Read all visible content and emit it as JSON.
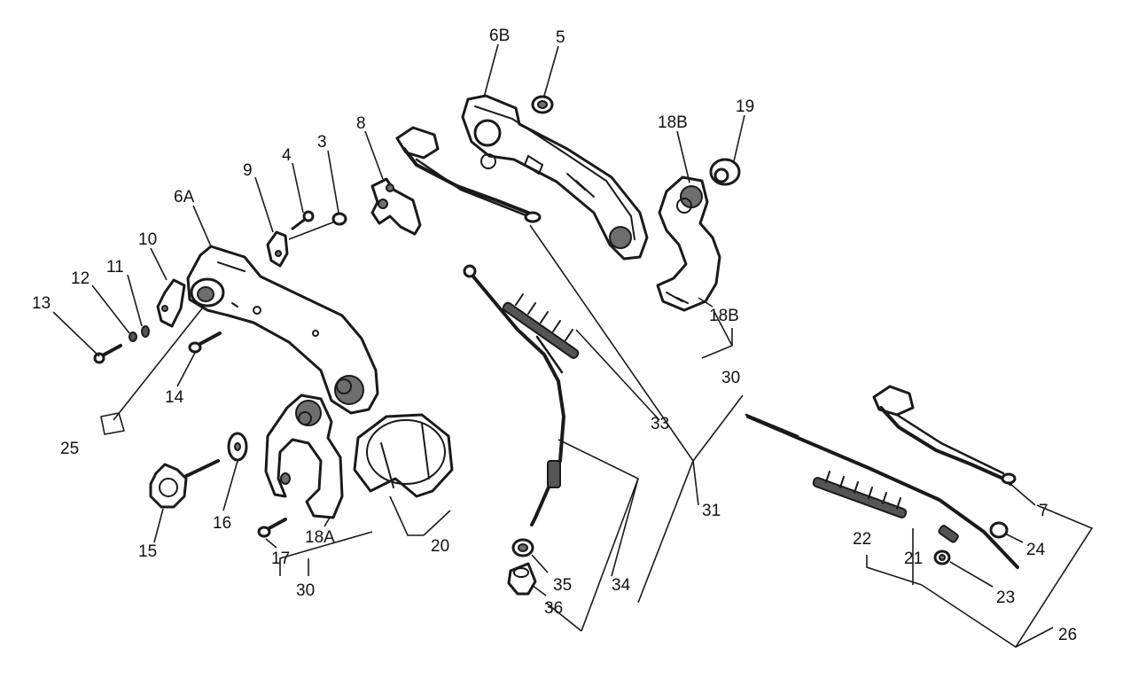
{
  "labels": {
    "l_6B": "6B",
    "l_5": "5",
    "l_19": "19",
    "l_18B_top": "18B",
    "l_8": "8",
    "l_3": "3",
    "l_4": "4",
    "l_9": "9",
    "l_6A": "6A",
    "l_10": "10",
    "l_11": "11",
    "l_12": "12",
    "l_13": "13",
    "l_14": "14",
    "l_18B_bottom": "18B",
    "l_30_right": "30",
    "l_33": "33",
    "l_31": "31",
    "l_25": "25",
    "l_16": "16",
    "l_15": "15",
    "l_17": "17",
    "l_18A": "18A",
    "l_20": "20",
    "l_30_left": "30",
    "l_35": "35",
    "l_34": "34",
    "l_36": "36",
    "l_7": "7",
    "l_24": "24",
    "l_22": "22",
    "l_21": "21",
    "l_23": "23",
    "l_26": "26"
  }
}
